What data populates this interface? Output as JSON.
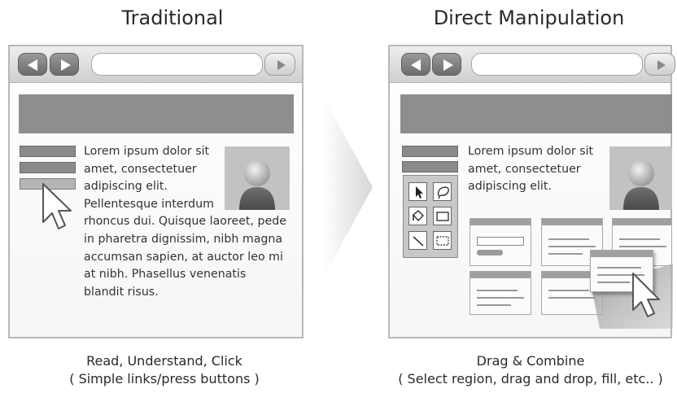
{
  "left": {
    "title": "Traditional",
    "caption_line1": "Read, Understand, Click",
    "caption_line2": "( Simple links/press buttons )",
    "body_lines": [
      "Lorem ipsum dolor sit",
      "amet, consectetuer",
      "adipiscing elit.",
      "Pellentesque interdum",
      "rhoncus dui. Quisque laoreet, pede",
      "in pharetra dignissim, nibh magna",
      "accumsan sapien, at auctor leo mi",
      "at nibh. Phasellus venenatis",
      "blandit risus."
    ]
  },
  "right": {
    "title": "Direct Manipulation",
    "caption_line1": "Drag & Combine",
    "caption_line2": "( Select region, drag and drop, fill, etc.. )",
    "body_lines": [
      "Lorem ipsum dolor sit",
      "amet, consectetuer",
      "adipiscing elit."
    ],
    "tools": [
      "pointer-tool-icon",
      "lasso-tool-icon",
      "fill-tool-icon",
      "rectangle-tool-icon",
      "line-tool-icon",
      "select-region-tool-icon"
    ]
  },
  "colors": {
    "frame": "#b8b8b8",
    "banner": "#8e8e8e",
    "button_dark": "#7a7a7a",
    "text": "#333333"
  }
}
